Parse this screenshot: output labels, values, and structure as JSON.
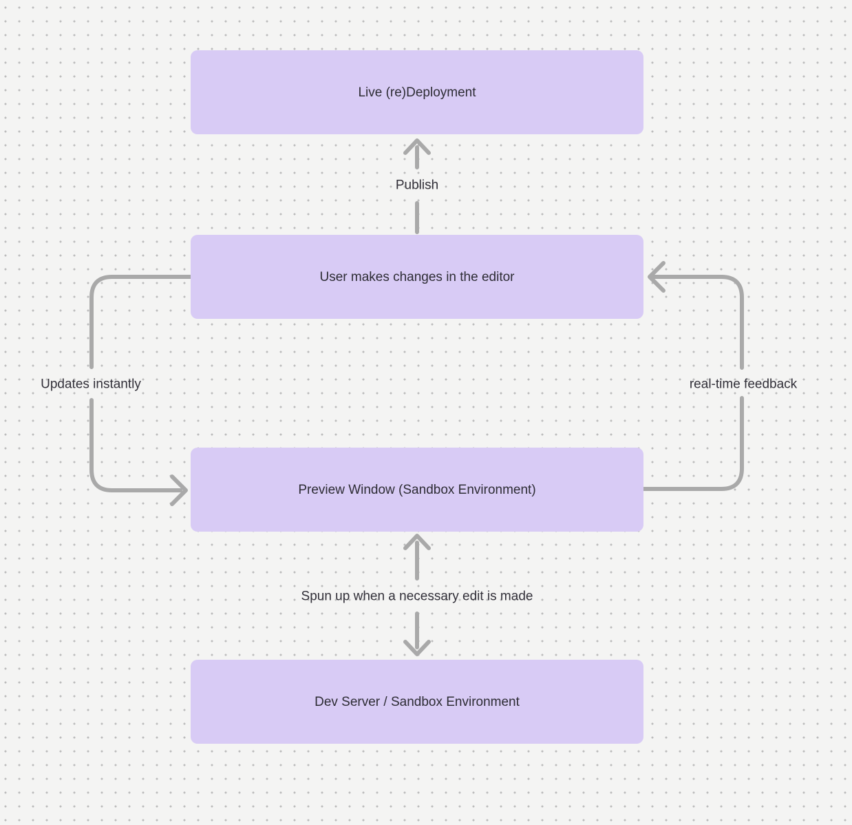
{
  "colors": {
    "background": "#f4f4f3",
    "dot": "#bcbcbc",
    "node_fill": "#d8cbf5",
    "node_text": "#2d2c34",
    "arrow": "#a9a9a9",
    "label_text": "#312f38"
  },
  "nodes": [
    {
      "id": "live-redeployment",
      "label": "Live (re)Deployment"
    },
    {
      "id": "user-editor",
      "label": "User makes changes in the editor"
    },
    {
      "id": "preview-window",
      "label": "Preview Window (Sandbox Environment)"
    },
    {
      "id": "dev-server",
      "label": "Dev Server / Sandbox Environment"
    }
  ],
  "edges": [
    {
      "id": "publish",
      "label": "Publish",
      "from": "user-editor",
      "to": "live-redeployment",
      "style": "straight-up-arrow"
    },
    {
      "id": "updates-instantly",
      "label": "Updates instantly",
      "from": "user-editor",
      "to": "preview-window",
      "style": "left-loop-arrow"
    },
    {
      "id": "real-time-feedback",
      "label": "real-time feedback",
      "from": "preview-window",
      "to": "user-editor",
      "style": "right-loop-arrow"
    },
    {
      "id": "spun-up",
      "label": "Spun up when a necessary edit is made",
      "from": "preview-window",
      "to": "dev-server",
      "style": "bidirectional-arrow"
    }
  ]
}
